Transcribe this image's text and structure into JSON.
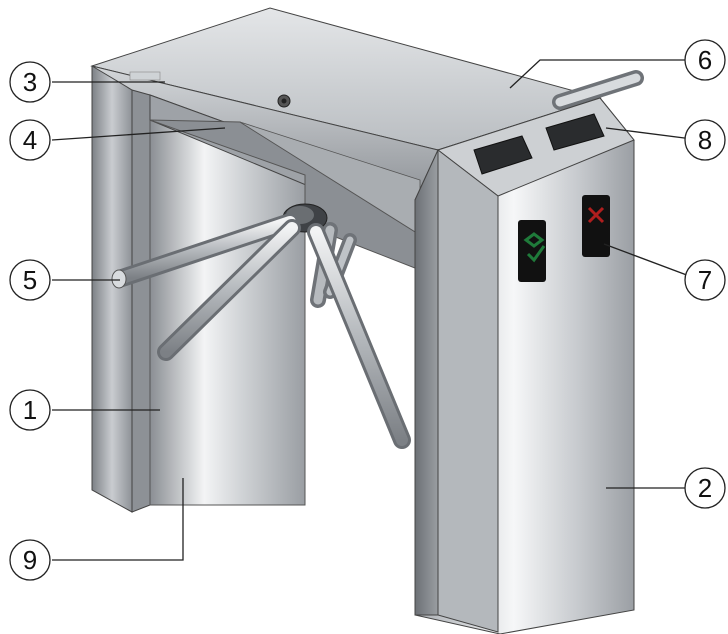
{
  "callouts": [
    {
      "id": "1",
      "label": "1"
    },
    {
      "id": "2",
      "label": "2"
    },
    {
      "id": "3",
      "label": "3"
    },
    {
      "id": "4",
      "label": "4"
    },
    {
      "id": "5",
      "label": "5"
    },
    {
      "id": "6",
      "label": "6"
    },
    {
      "id": "7",
      "label": "7"
    },
    {
      "id": "8",
      "label": "8"
    },
    {
      "id": "9",
      "label": "9"
    }
  ],
  "colors": {
    "steel_light": "#e9ebec",
    "steel_mid": "#b7bbbf",
    "steel_dark": "#6f7378",
    "indicator_green": "#1f7a3a",
    "indicator_red": "#b01e1e",
    "line": "#222222"
  }
}
